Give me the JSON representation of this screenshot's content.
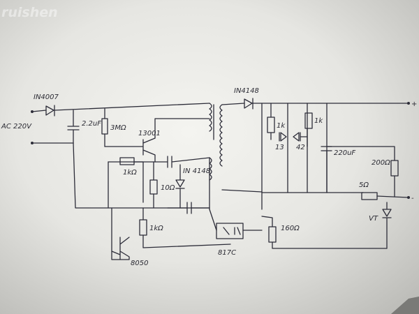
{
  "watermark": "ruishen",
  "labels": {
    "input_diode": "IN4007",
    "ac_source": "AC 220V",
    "input_cap": "2.2uF",
    "bias_res": "3MΩ",
    "transistor_q1": "13001",
    "emitter_res": "1kΩ",
    "base_res": "10Ω",
    "zener": "IN 4148",
    "lower_res": "1kΩ",
    "transistor_q2": "8050",
    "optocoupler": "817C",
    "opto_res": "160Ω",
    "output_diode": "IN4148",
    "led_res1": "1k",
    "led_res2": "1k",
    "led1": "13",
    "led2": "42",
    "output_cap": "220uF",
    "bleed_res": "200Ω",
    "sense_res": "5Ω",
    "zener_out": "VT",
    "plus_terminal": "+",
    "minus_terminal": "-"
  }
}
